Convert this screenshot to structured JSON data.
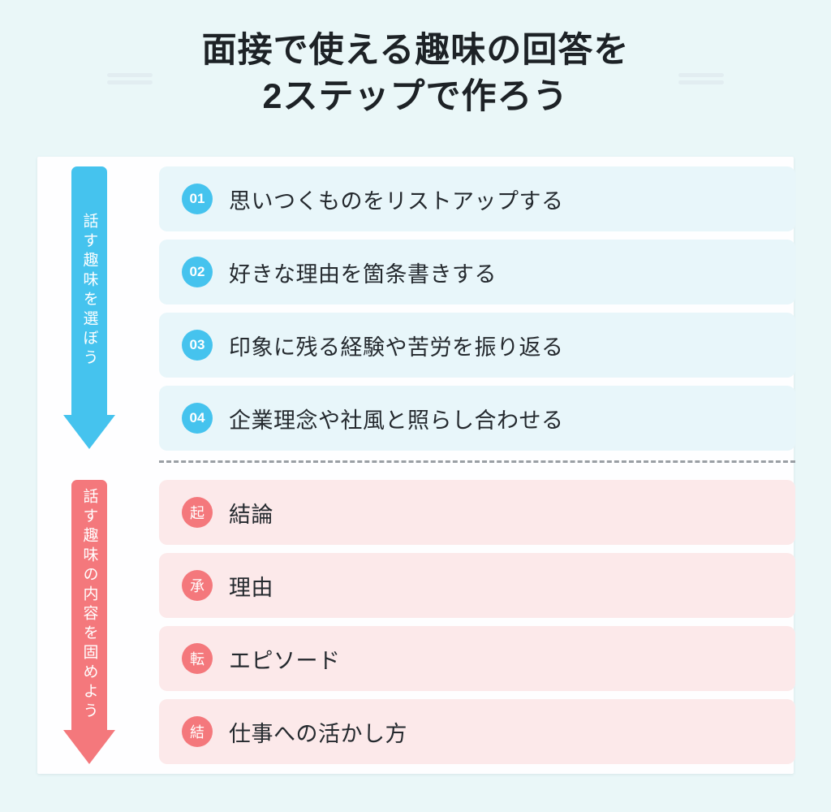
{
  "title": {
    "line1": "面接で使える趣味の回答を",
    "line2": "2ステップで作ろう"
  },
  "colors": {
    "background": "#eaf7f8",
    "card": "#fefeff",
    "blue_accent": "#45c3ee",
    "blue_row": "#e8f6fa",
    "pink_accent": "#f4787c",
    "pink_row": "#fce9ea",
    "title_text": "#1d2226",
    "row_text": "#24292e",
    "divider": "#9a9fa4",
    "deco_line": "#e2edf1"
  },
  "sections": [
    {
      "id": "step-1",
      "arrow_label": "話す趣味を選ぼう",
      "accent": "#45c3ee",
      "rows": [
        {
          "badge": "01",
          "text": "思いつくものをリストアップする"
        },
        {
          "badge": "02",
          "text": "好きな理由を箇条書きする"
        },
        {
          "badge": "03",
          "text": "印象に残る経験や苦労を振り返る"
        },
        {
          "badge": "04",
          "text": "企業理念や社風と照らし合わせる"
        }
      ]
    },
    {
      "id": "step-2",
      "arrow_label": "話す趣味の内容を固めよう",
      "accent": "#f4787c",
      "rows": [
        {
          "badge": "起",
          "text": "結論"
        },
        {
          "badge": "承",
          "text": "理由"
        },
        {
          "badge": "転",
          "text": "エピソード"
        },
        {
          "badge": "結",
          "text": "仕事への活かし方"
        }
      ]
    }
  ]
}
